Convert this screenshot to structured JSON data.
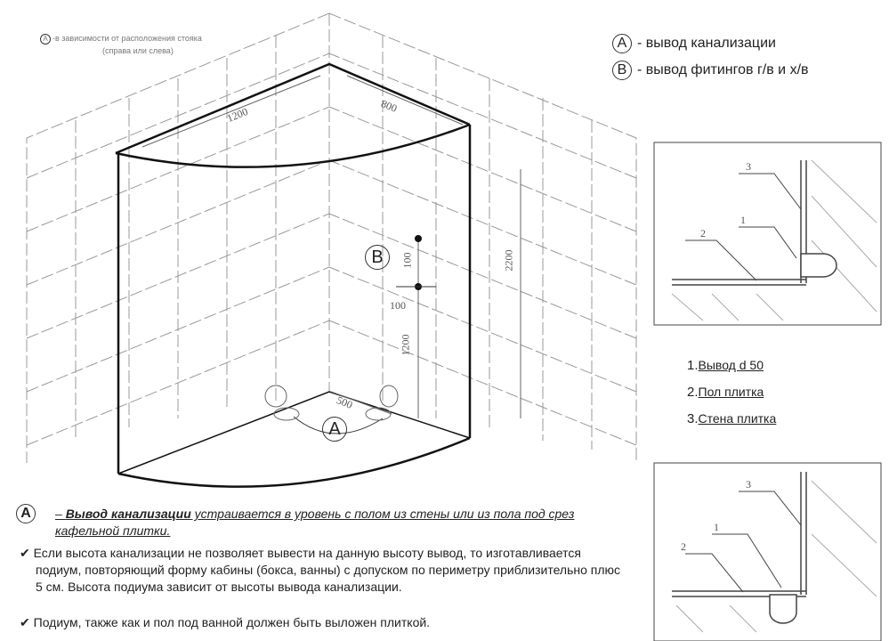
{
  "note": {
    "marker": "A",
    "text": "-в зависимости от расположения стояка",
    "text2": "(справа или слева)"
  },
  "legend": [
    {
      "marker": "A",
      "text": "- вывод канализации"
    },
    {
      "marker": "B",
      "text": "- вывод фитингов г/в и х/в"
    }
  ],
  "dimensions": {
    "width_left": "1200",
    "width_right": "800",
    "height": "2200",
    "b_upper": "100",
    "b_gap": "100",
    "b_height": "1200",
    "a_offset": "500"
  },
  "markers": {
    "a": "A",
    "b": "B"
  },
  "detail_labels": {
    "one": "1",
    "two": "2",
    "three": "3"
  },
  "parts": [
    {
      "num": "1.",
      "label": "Вывод d 50"
    },
    {
      "num": "2.",
      "label": "Пол плитка"
    },
    {
      "num": "3.",
      "label": "Стена плитка"
    }
  ],
  "description": {
    "marker": "A",
    "title": "Вывод канализации",
    "title_rest": " устраивается в уровень с полом из стены или из пола под срез кафельной плитки.",
    "bullets": [
      "Если высота канализации не позволяет вывести на данную высоту вывод, то изготавливается подиум, повторяющий форму кабины (бокса, ванны) с допуском по периметру приблизительно плюс 5 см. Высота подиума зависит от высоты вывода канализации.",
      "Подиум, также как и пол под ванной должен быть выложен плиткой."
    ]
  }
}
